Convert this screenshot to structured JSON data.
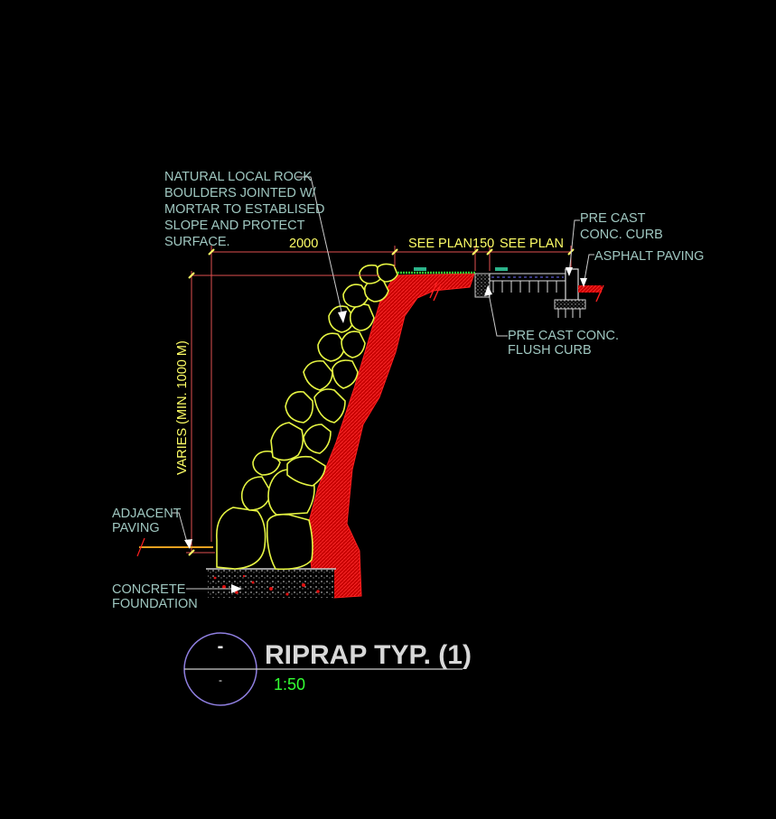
{
  "labels": {
    "rock_lines": [
      "NATURAL LOCAL ROCK",
      "BOULDERS JOINTED W/",
      "MORTAR TO ESTABLISED",
      "SLOPE AND PROTECT",
      "SURFACE."
    ],
    "precast_curb_lines": [
      "PRE CAST",
      "CONC. CURB"
    ],
    "asphalt": "ASPHALT PAVING",
    "flush_curb_lines": [
      "PRE CAST CONC.",
      "FLUSH CURB"
    ],
    "adjacent_lines": [
      "ADJACENT",
      "PAVING"
    ],
    "foundation_lines": [
      "CONCRETE",
      "FOUNDATION"
    ]
  },
  "dimensions": {
    "width_2000": "2000",
    "see_plan_1": "SEE PLAN",
    "d150": "150",
    "see_plan_2": "SEE PLAN",
    "varies": "VARIES (MIN. 1000 M)"
  },
  "title": {
    "name": "RIPRAP TYP. (1)",
    "scale": "1:50",
    "bubble_top": "-",
    "bubble_bottom": "-"
  },
  "colors": {
    "background": "#000000",
    "text": "#9fc7c0",
    "dimension": "#ffff66",
    "mortar": "#e01010",
    "boulder_outline": "#e6f542",
    "grass": "#33cc33",
    "title": "#d8d8d8",
    "scale": "#33ff33",
    "bubble": "#8f7fe0"
  }
}
